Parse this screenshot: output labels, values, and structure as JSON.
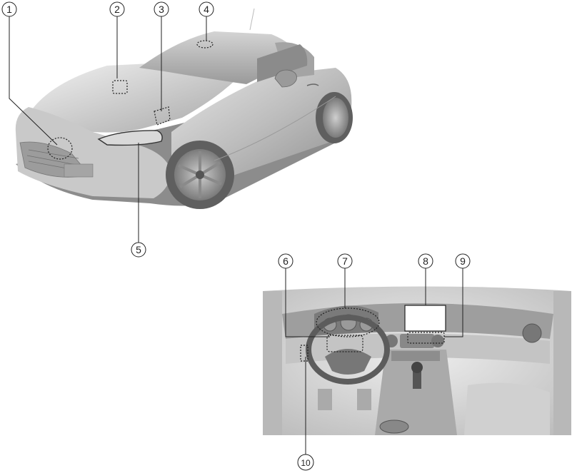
{
  "callouts": [
    {
      "id": "1",
      "label": "1"
    },
    {
      "id": "2",
      "label": "2"
    },
    {
      "id": "3",
      "label": "3"
    },
    {
      "id": "4",
      "label": "4"
    },
    {
      "id": "5",
      "label": "5"
    },
    {
      "id": "6",
      "label": "6"
    },
    {
      "id": "7",
      "label": "7"
    },
    {
      "id": "8",
      "label": "8"
    },
    {
      "id": "9",
      "label": "9"
    },
    {
      "id": "10",
      "label": "10"
    }
  ],
  "colors": {
    "body_light": "#d9d9d9",
    "body_mid": "#a9a9a9",
    "body_dark": "#6e6e6e",
    "line": "#222222",
    "interior_bg": "#e4e4e4"
  }
}
